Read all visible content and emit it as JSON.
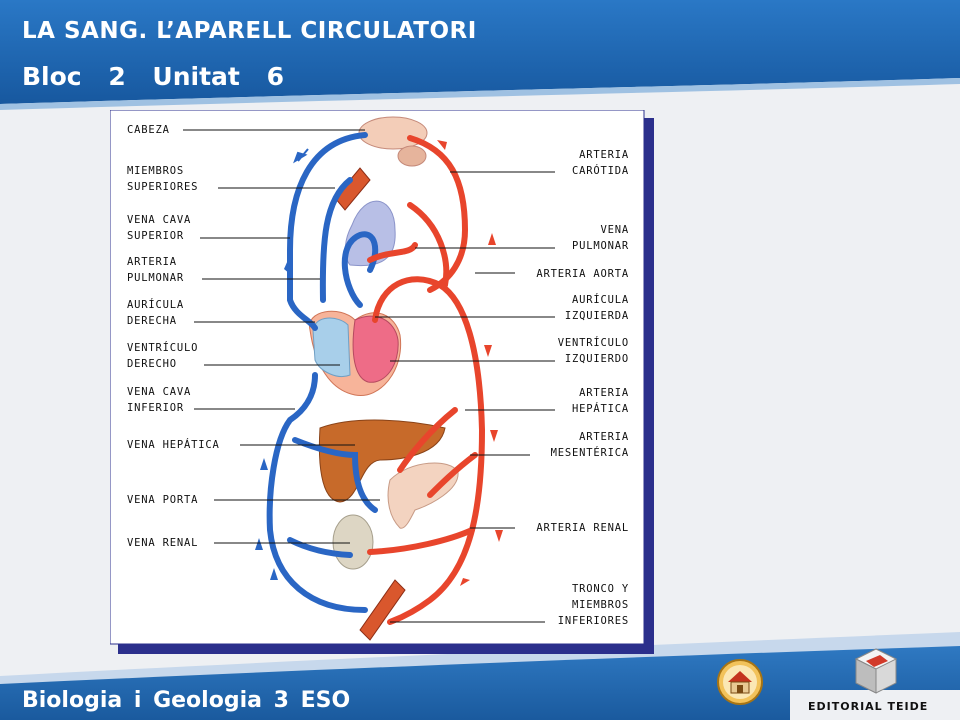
{
  "header": {
    "title": "LA SANG. L’APARELL CIRCULATORI",
    "subtitle": "Bloc 2   Unitat 6"
  },
  "footer": {
    "course": "Biologia i Geologia  3 ESO",
    "publisher": "EDITORIAL TEIDE",
    "home_icon": "house-icon",
    "publisher_icon": "teide-logo-icon"
  },
  "colors": {
    "header_blue": "#1f67b2",
    "vein_blue": "#2a66c4",
    "artery_red": "#e8452c",
    "frame_blue": "#2b2f8c"
  },
  "diagram": {
    "labels_left": [
      {
        "lines": [
          "CABEZA"
        ]
      },
      {
        "lines": [
          "MIEMBROS",
          "SUPERIORES"
        ]
      },
      {
        "lines": [
          "VENA CAVA",
          "SUPERIOR"
        ]
      },
      {
        "lines": [
          "ARTERIA",
          "PULMONAR"
        ]
      },
      {
        "lines": [
          "AURÍCULA",
          "DERECHA"
        ]
      },
      {
        "lines": [
          "VENTRÍCULO",
          "DERECHO"
        ]
      },
      {
        "lines": [
          "VENA CAVA",
          "INFERIOR"
        ]
      },
      {
        "lines": [
          "VENA HEPÁTICA"
        ]
      },
      {
        "lines": [
          "VENA PORTA"
        ]
      },
      {
        "lines": [
          "VENA RENAL"
        ]
      }
    ],
    "labels_right": [
      {
        "lines": [
          "ARTERIA",
          "CARÓTIDA"
        ]
      },
      {
        "lines": [
          "VENA",
          "PULMONAR"
        ]
      },
      {
        "lines": [
          "ARTERIA AORTA"
        ]
      },
      {
        "lines": [
          "AURÍCULA",
          "IZQUIERDA"
        ]
      },
      {
        "lines": [
          "VENTRÍCULO",
          "IZQUIERDO"
        ]
      },
      {
        "lines": [
          "ARTERIA",
          "HEPÁTICA"
        ]
      },
      {
        "lines": [
          "ARTERIA",
          "MESENTÉRICA"
        ]
      },
      {
        "lines": [
          "ARTERIA RENAL"
        ]
      },
      {
        "lines": [
          "TRONCO Y",
          "MIEMBROS",
          "INFERIORES"
        ]
      }
    ]
  }
}
